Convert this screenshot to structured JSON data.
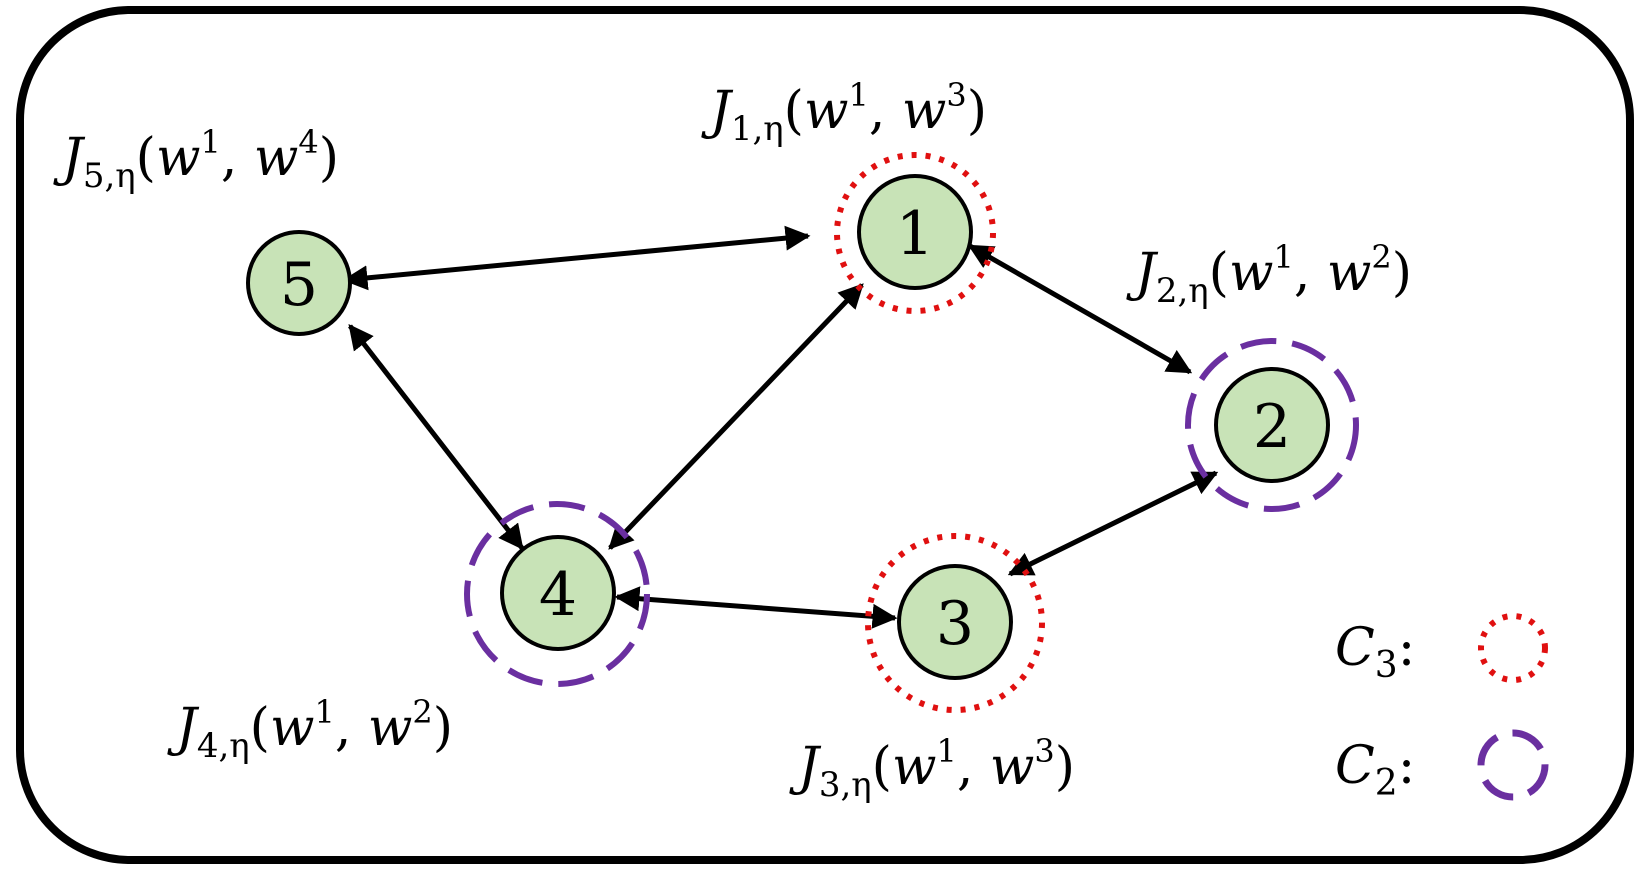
{
  "colors": {
    "node_fill": "#c8e3b7",
    "c3_ring": "#e01010",
    "c2_ring": "#6a2fa0",
    "edge": "#000000"
  },
  "nodes": [
    {
      "id": "1",
      "label": "1",
      "group": "C3",
      "J_symbol": "J",
      "J_subscript": "1,η",
      "J_args": [
        "w",
        "1",
        "w",
        "3"
      ]
    },
    {
      "id": "2",
      "label": "2",
      "group": "C2",
      "J_symbol": "J",
      "J_subscript": "2,η",
      "J_args": [
        "w",
        "1",
        "w",
        "2"
      ]
    },
    {
      "id": "3",
      "label": "3",
      "group": "C3",
      "J_symbol": "J",
      "J_subscript": "3,η",
      "J_args": [
        "w",
        "1",
        "w",
        "3"
      ]
    },
    {
      "id": "4",
      "label": "4",
      "group": "C2",
      "J_symbol": "J",
      "J_subscript": "4,η",
      "J_args": [
        "w",
        "1",
        "w",
        "2"
      ]
    },
    {
      "id": "5",
      "label": "5",
      "group": "none",
      "J_symbol": "J",
      "J_subscript": "5,η",
      "J_args": [
        "w",
        "1",
        "w",
        "4"
      ]
    }
  ],
  "edges": [
    {
      "from": "5",
      "to": "1",
      "bidirectional": true
    },
    {
      "from": "1",
      "to": "2",
      "bidirectional": true
    },
    {
      "from": "1",
      "to": "4",
      "bidirectional": true
    },
    {
      "from": "5",
      "to": "4",
      "bidirectional": true
    },
    {
      "from": "4",
      "to": "3",
      "bidirectional": true
    },
    {
      "from": "2",
      "to": "3",
      "bidirectional": true
    }
  ],
  "legend": [
    {
      "symbol": "C",
      "subscript": "3",
      "separator": ":",
      "style": "dotted",
      "color": "#e01010"
    },
    {
      "symbol": "C",
      "subscript": "2",
      "separator": ":",
      "style": "dashed",
      "color": "#6a2fa0"
    }
  ]
}
